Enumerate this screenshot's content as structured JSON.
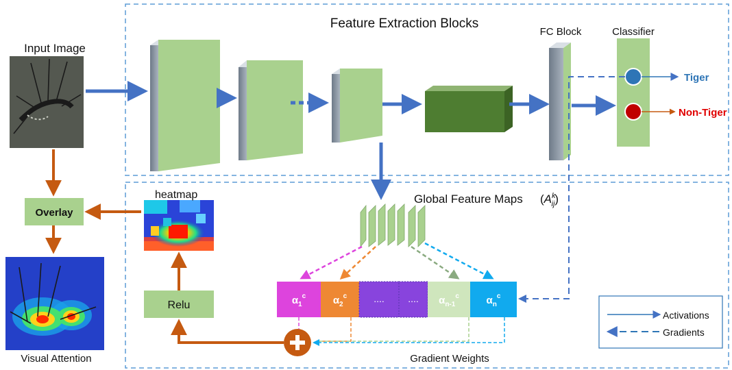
{
  "titles": {
    "input_image": "Input Image",
    "feature_extraction": "Feature Extraction Blocks",
    "fc_block": "FC Block",
    "classifier": "Classifier",
    "heatmap": "heatmap",
    "global_feature_maps": "Global Feature Maps",
    "gradient_weights": "Gradient Weights",
    "visual_attention": "Visual Attention"
  },
  "classes": {
    "tiger": "Tiger",
    "non_tiger": "Non-Tiger"
  },
  "boxes": {
    "overlay": "Overlay",
    "relu": "Relu"
  },
  "weights": [
    {
      "main": "α",
      "sub": "1",
      "sup": "c",
      "color": "#dd44dd"
    },
    {
      "main": "α",
      "sub": "2",
      "sup": "c",
      "color": "#ee8833"
    },
    {
      "main": "....",
      "color": "#8844dd"
    },
    {
      "main": "....",
      "color": "#8844dd"
    },
    {
      "main": "α",
      "sub": "n-1",
      "sup": "c",
      "color": "#cfe6bd"
    },
    {
      "main": "α",
      "sub": "n",
      "sup": "c",
      "color": "#11aaee"
    }
  ],
  "legend": {
    "activations": "Activations",
    "gradients": "Gradients"
  },
  "colors": {
    "activation": "#4472c4",
    "gradient": "#4472c4",
    "path": "#c55a11",
    "green": "#a9d18e",
    "dark_green": "#4e7d31",
    "dashed_frame": "#5b9bd5",
    "tiger_text": "#2e75b6",
    "non_tiger_text": "#e00000"
  }
}
